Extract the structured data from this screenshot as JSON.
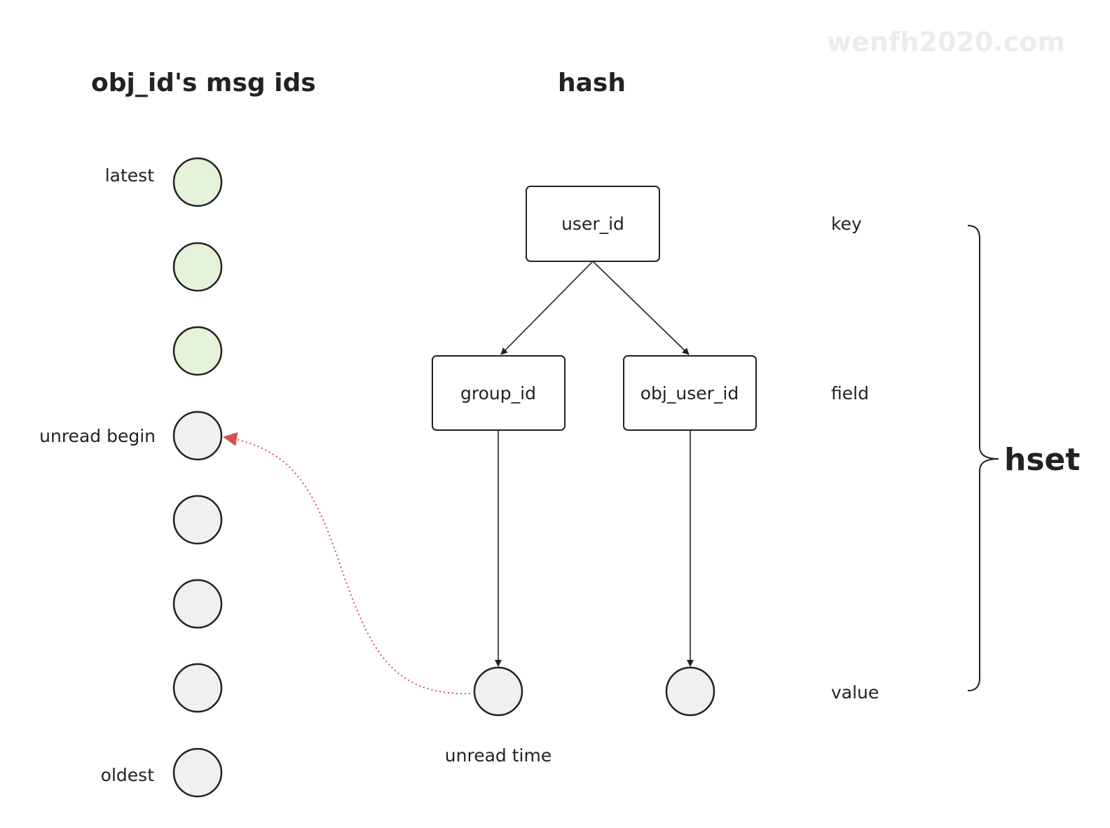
{
  "watermark": "wenfh2020.com",
  "left_title": "obj_id's msg ids",
  "right_title": "hash",
  "msg_labels": {
    "latest": "latest",
    "unread_begin": "unread begin",
    "oldest": "oldest"
  },
  "nodes": {
    "key": "user_id",
    "field_1": "group_id",
    "field_2": "obj_user_id"
  },
  "roles": {
    "key": "key",
    "field": "field",
    "value": "value"
  },
  "value_label": "unread time",
  "brace_label": "hset",
  "colors": {
    "read_msg": "#e5f3da",
    "unread_msg": "#f0f0f0",
    "pointer_arrow": "#d0524a"
  }
}
